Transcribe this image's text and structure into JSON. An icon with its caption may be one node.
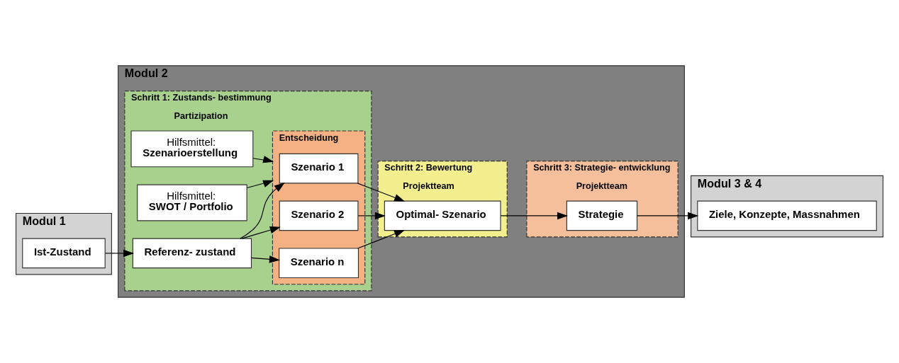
{
  "diagram": {
    "nodes": [
      {
        "text": [
          "Modul 1"
        ]
      },
      {
        "text": [
          "Ist-Zustand"
        ],
        "in": 0
      },
      {
        "text": [
          "Modul 2"
        ]
      },
      {
        "text": [
          "Schritt 1: Zustands- bestimmung",
          "Partizipation"
        ],
        "in": 2
      },
      {
        "text": [
          "Hilfsmittel:",
          "Szenarioerstellung"
        ],
        "in": 3
      },
      {
        "text": [
          "Referenz- zustand"
        ],
        "in": 3
      },
      {
        "text": [
          "Entscheidung"
        ],
        "in": 3
      },
      {
        "text": [
          "Szenario 1"
        ],
        "in": 6
      },
      {
        "text": [
          "Szenario 2"
        ],
        "in": 6
      },
      {
        "text": [
          "Szenario n"
        ],
        "in": 6
      },
      {
        "text": [
          "Hilfsmittel:",
          "SWOT / Portfolio"
        ],
        "in": 3
      },
      {
        "text": [
          "Schritt 2: Bewertung",
          "Projektteam"
        ],
        "in": 2
      },
      {
        "text": [
          "Optimal- Szenario"
        ],
        "in": 11
      },
      {
        "text": [
          "Schritt 3: Strategie- entwicklung",
          "Projektteam"
        ],
        "in": 2
      },
      {
        "text": [
          "Strategie"
        ],
        "in": 13
      },
      {
        "text": [
          "Modul 3 & 4"
        ]
      },
      {
        "text": [
          "Ziele, Konzepte, Massnahmen"
        ],
        "in": 15
      }
    ],
    "edges": [
      {
        "from": 1,
        "to": 5,
        "arrow": "to"
      },
      {
        "from": 5,
        "to": 7,
        "arrow": "to"
      },
      {
        "from": 5,
        "to": 8,
        "arrow": "to"
      },
      {
        "from": 5,
        "to": 9,
        "arrow": "to"
      },
      {
        "from": 4,
        "to": 6,
        "arrow": "to"
      },
      {
        "from": 10,
        "to": 6,
        "arrow": "to"
      },
      {
        "from": 7,
        "to": 12,
        "arrow": "to"
      },
      {
        "from": 8,
        "to": 12,
        "arrow": "to"
      },
      {
        "from": 9,
        "to": 12,
        "arrow": "to"
      },
      {
        "from": 12,
        "to": 14,
        "arrow": "to"
      },
      {
        "from": 14,
        "to": 16,
        "arrow": "to"
      }
    ]
  }
}
